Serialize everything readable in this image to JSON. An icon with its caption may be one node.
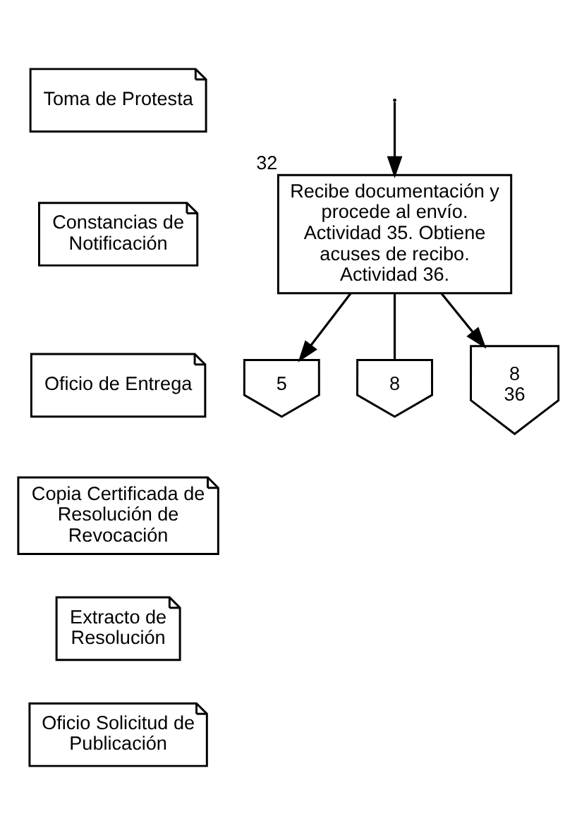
{
  "diagram": {
    "nodes": [
      {
        "text": [
          "Toma de Protesta"
        ]
      },
      {
        "text": [
          "Constancias de Notificación"
        ]
      },
      {
        "text": [
          "Oficio de Entrega"
        ]
      },
      {
        "text": [
          "Copia Certificada de Resolución de Revocación"
        ]
      },
      {
        "text": [
          "Extracto de Resolución"
        ]
      },
      {
        "text": [
          "Oficio Solicitud de Publicación"
        ]
      },
      {
        "text": [
          "Recibe documentación y procede al envío. Actividad 35. Obtiene acuses de recibo. Actividad 36."
        ],
        "beside": [
          "32"
        ]
      },
      {
        "text": [
          "5"
        ]
      },
      {
        "text": [
          "8"
        ]
      },
      {
        "text": [
          "8",
          "36"
        ]
      }
    ],
    "edges": [
      {
        "from": null,
        "to": 6,
        "arrow": "to"
      },
      {
        "from": 6,
        "to": 7,
        "arrow": "to"
      },
      {
        "from": 6,
        "to": 8,
        "arrow": "none"
      },
      {
        "from": 6,
        "to": 9,
        "arrow": "to"
      }
    ]
  }
}
